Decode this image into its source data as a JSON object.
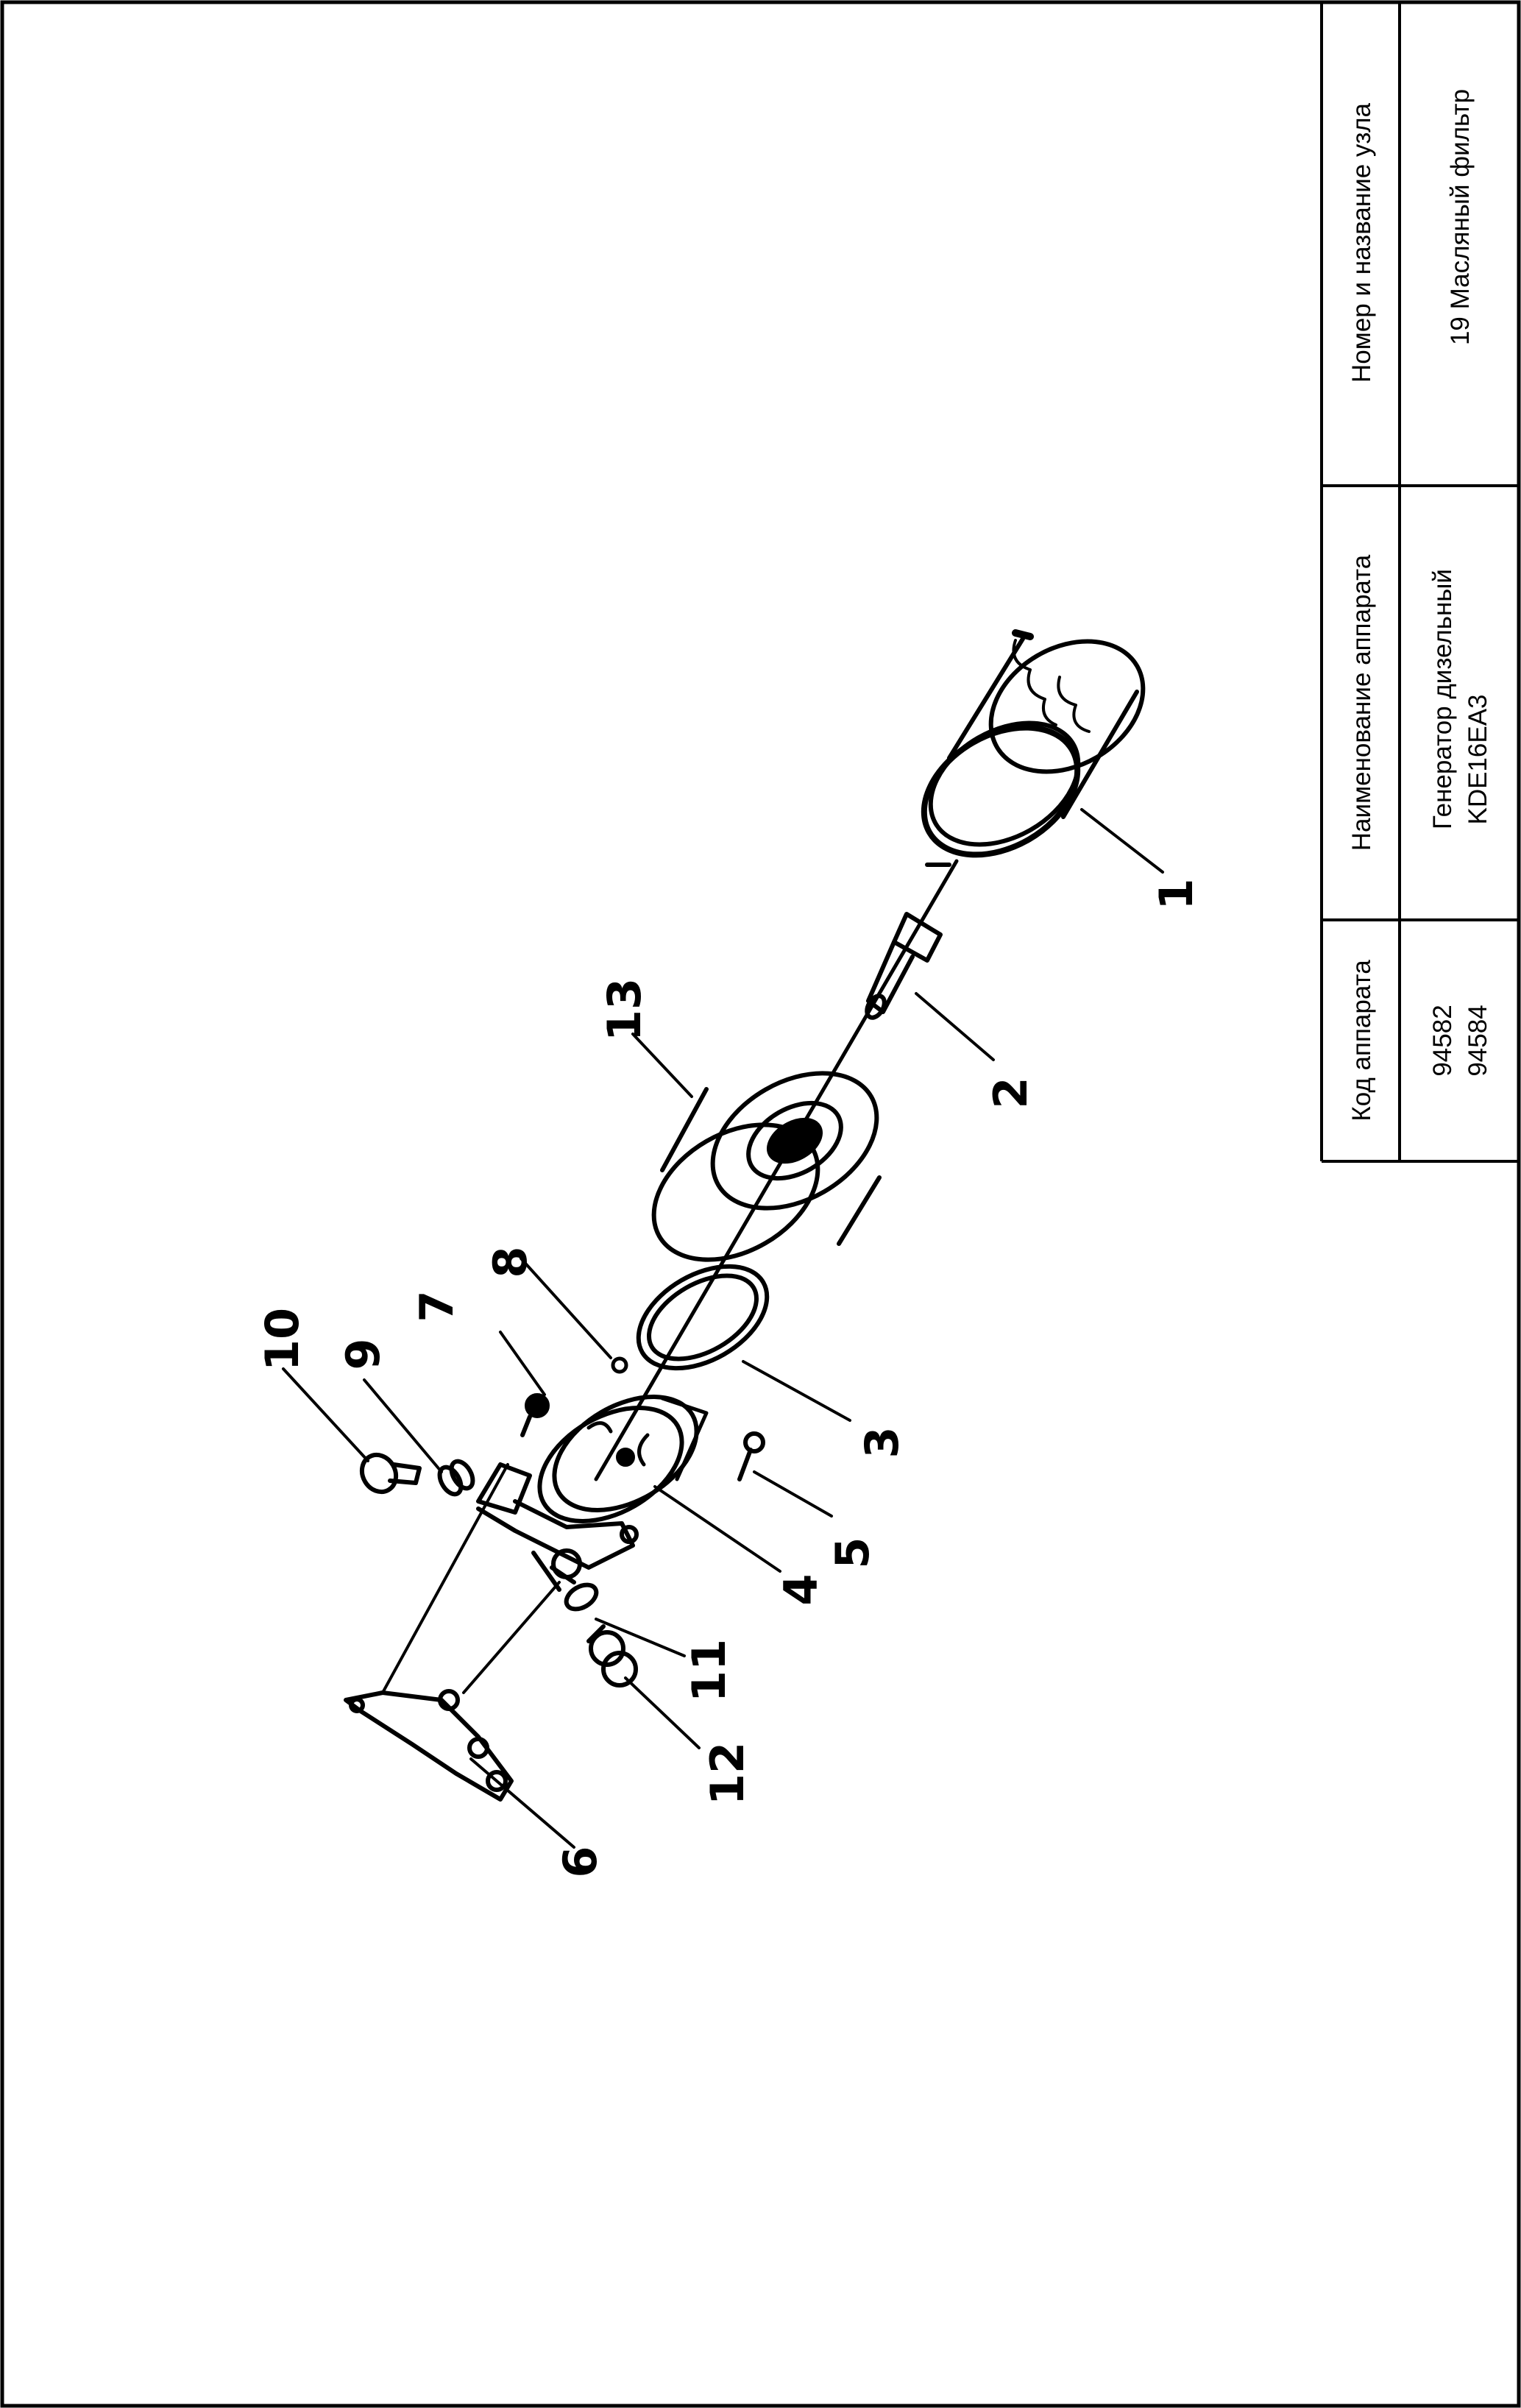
{
  "title_block": {
    "headers": {
      "unit": "Номер и название узла",
      "device_name": "Наименование аппарата",
      "device_code": "Код аппарата"
    },
    "values": {
      "unit": "19 Масляный фильтр",
      "device_name_line1": "Генератор дизельный",
      "device_name_line2": "KDE16EA3",
      "device_code_line1": "94582",
      "device_code_line2": "94584"
    }
  },
  "parts": {
    "p1": "1",
    "p2": "2",
    "p3": "3",
    "p4": "4",
    "p5": "5",
    "p6": "6",
    "p7": "7",
    "p8": "8",
    "p9": "9",
    "p10": "10",
    "p11": "11",
    "p12": "12",
    "p13": "13"
  }
}
